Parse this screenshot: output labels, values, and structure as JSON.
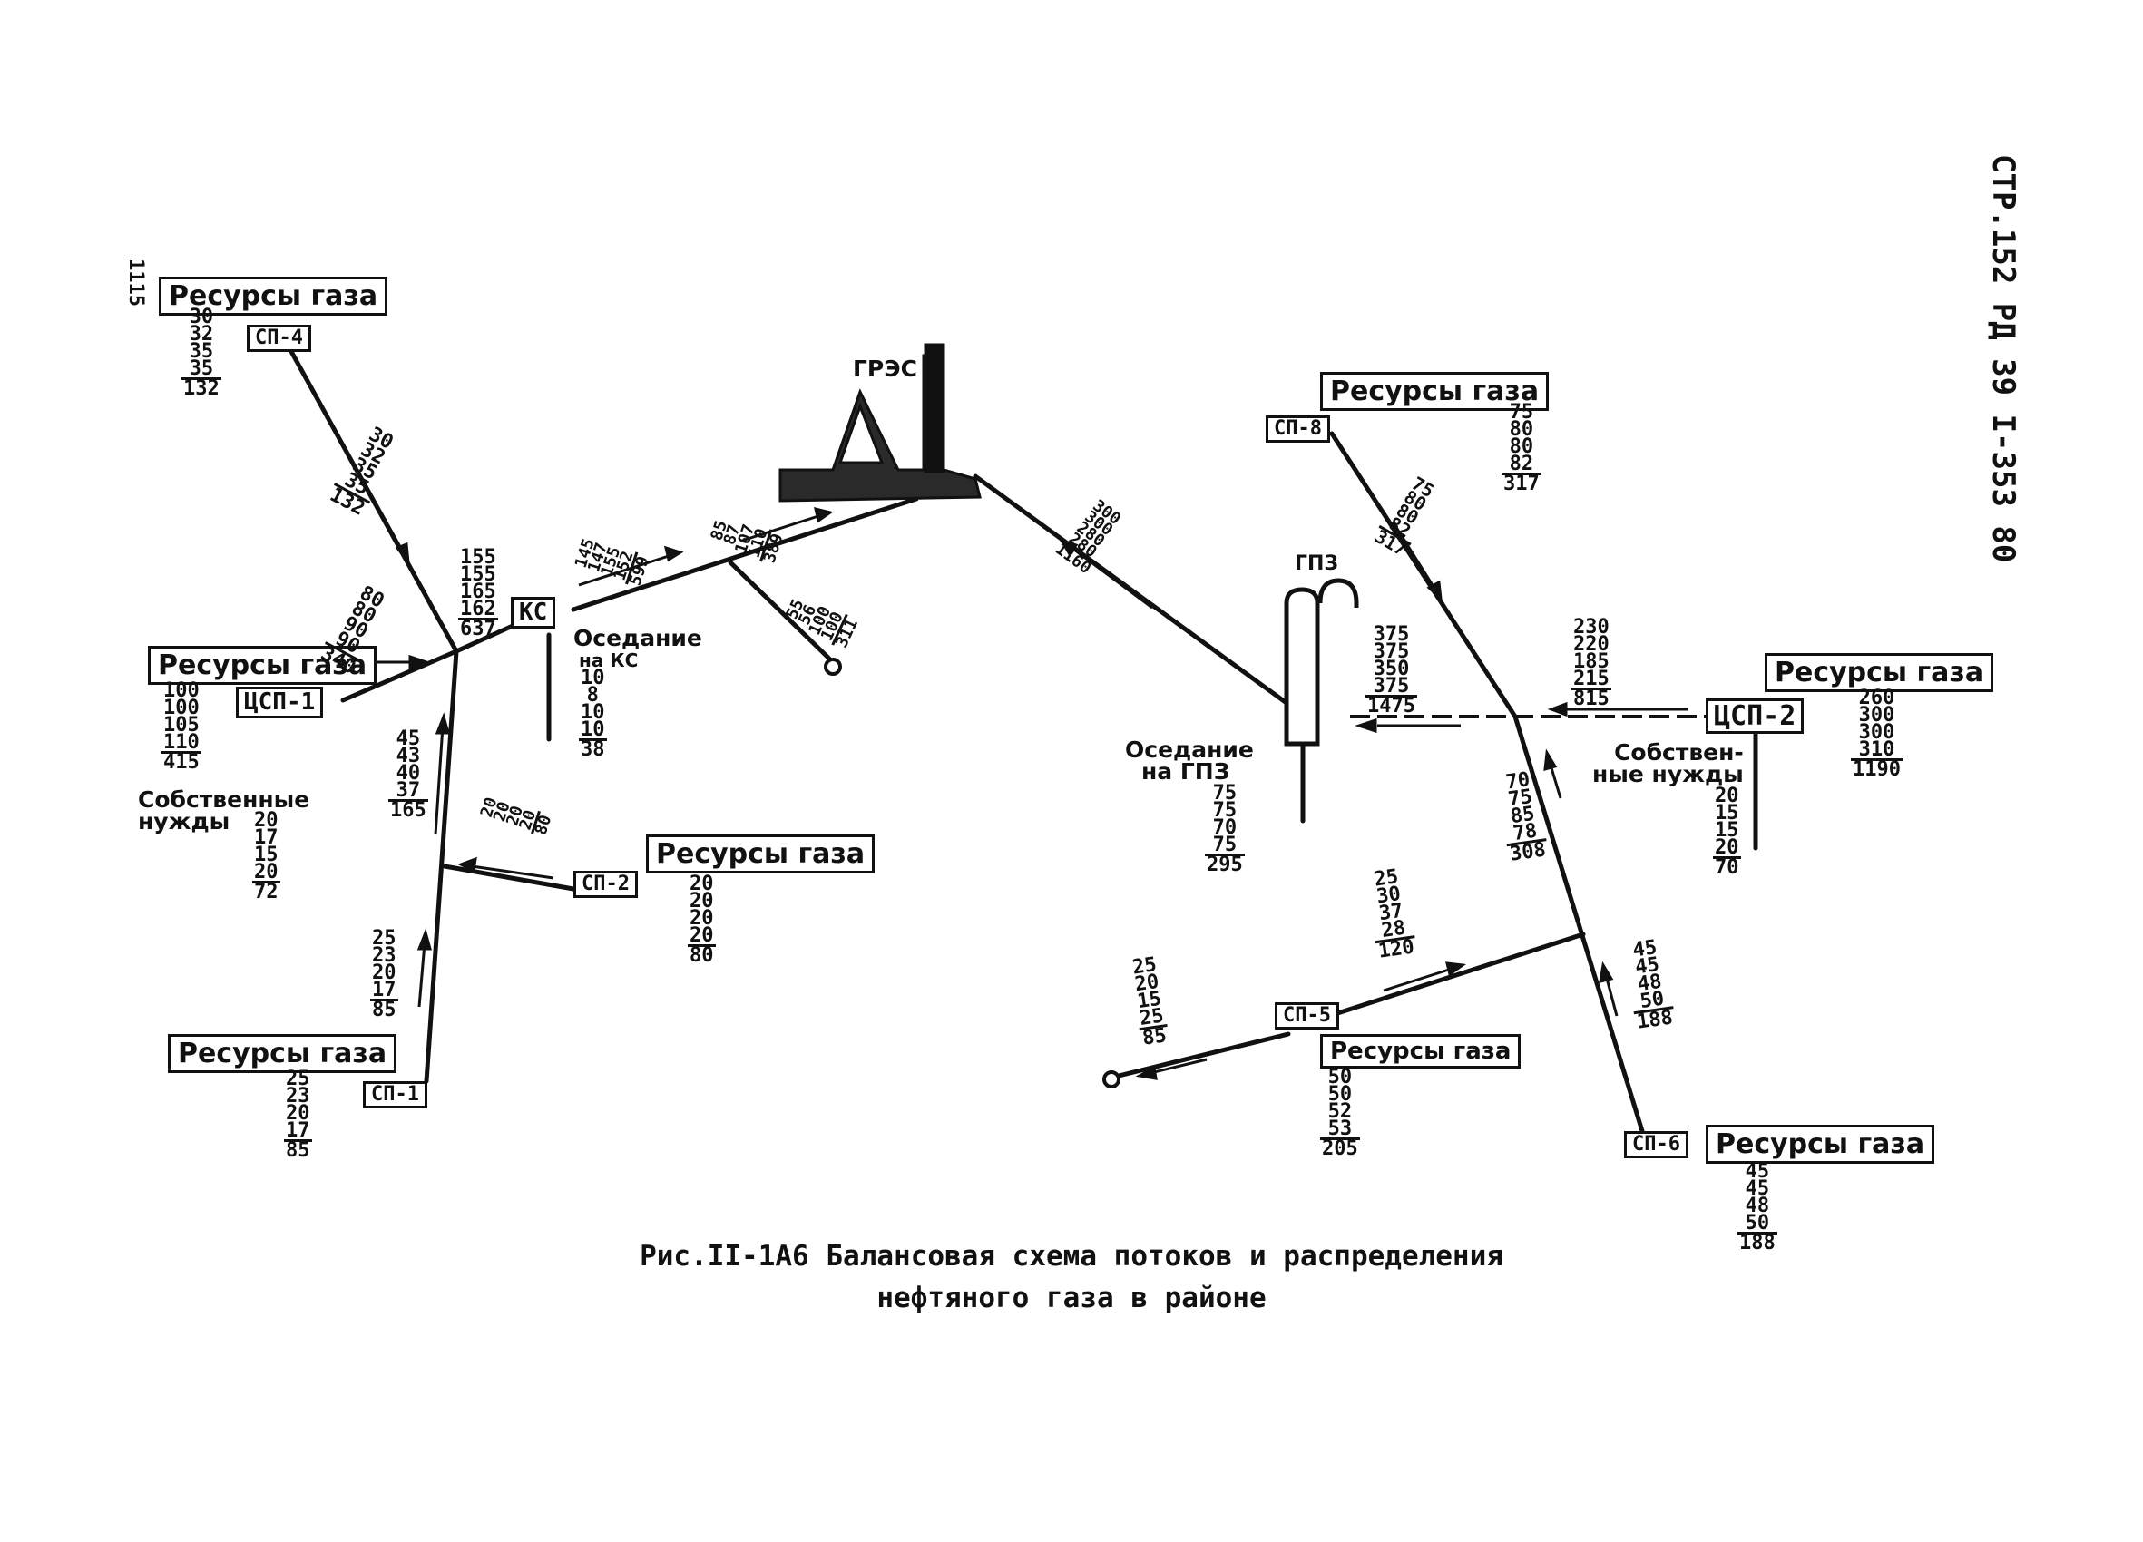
{
  "page_code": "СТР.152 РД 39 I-353 80",
  "margin_number": "1115",
  "caption": {
    "line1": "Рис.II-1А6 Балансовая схема потоков и распределения",
    "line2": "нефтяного газа в районе"
  },
  "labels": {
    "gres": "ГРЭС",
    "gpz": "ГПЗ",
    "ks": "КС",
    "resources": "Ресурсы газа",
    "osedanie_ks": [
      "Оседание",
      "на КС"
    ],
    "osedanie_gpz": [
      "Оседание",
      "на ГПЗ"
    ],
    "own_needs_left": [
      "Собственные",
      "нужды"
    ],
    "own_needs_right": [
      "Собствен-",
      "ные нужды"
    ]
  },
  "nodes": {
    "sp4": "СП-4",
    "sp8": "СП-8",
    "csp1": "ЦСП-1",
    "sp2": "СП-2",
    "sp1": "СП-1",
    "csp2": "ЦСП-2",
    "sp5": "СП-5",
    "sp6": "СП-6"
  },
  "stacks": {
    "res_sp4": {
      "values": [
        "30",
        "32",
        "35",
        "35"
      ],
      "total": "132"
    },
    "res_csp1": {
      "values": [
        "100",
        "100",
        "105",
        "110"
      ],
      "total": "415"
    },
    "res_sp2": {
      "values": [
        "20",
        "20",
        "20",
        "20"
      ],
      "total": "80"
    },
    "res_sp1": {
      "values": [
        "25",
        "23",
        "20",
        "17"
      ],
      "total": "85"
    },
    "res_sp8": {
      "values": [
        "75",
        "80",
        "80",
        "82"
      ],
      "total": "317"
    },
    "res_csp2": {
      "values": [
        "260",
        "300",
        "300",
        "310"
      ],
      "total": "1190"
    },
    "res_sp5": {
      "values": [
        "50",
        "50",
        "52",
        "53"
      ],
      "total": "205"
    },
    "res_sp6": {
      "values": [
        "45",
        "45",
        "48",
        "50"
      ],
      "total": "188"
    },
    "own_left": {
      "values": [
        "20",
        "17",
        "15",
        "20"
      ],
      "total": "72"
    },
    "own_right": {
      "values": [
        "20",
        "15",
        "15",
        "20"
      ],
      "total": "70"
    },
    "os_ks": {
      "values": [
        "10",
        "8",
        "10",
        "10"
      ],
      "total": "38"
    },
    "os_gpz": {
      "values": [
        "75",
        "75",
        "70",
        "75"
      ],
      "total": "295"
    },
    "flow_sp4": {
      "values": [
        "30",
        "32",
        "35",
        "35"
      ],
      "total": "132"
    },
    "flow_ks_in": {
      "values": [
        "155",
        "155",
        "165",
        "162"
      ],
      "total": "637"
    },
    "flow_csp1": {
      "values": [
        "80",
        "80",
        "90",
        "90"
      ],
      "total": "340"
    },
    "flow_sp2": {
      "values": [
        "45",
        "43",
        "40",
        "37"
      ],
      "total": "165"
    },
    "flow_sp1": {
      "values": [
        "25",
        "23",
        "20",
        "17"
      ],
      "total": "85"
    },
    "flow_sp2_side": {
      "values": [
        "20",
        "20",
        "20",
        "20"
      ],
      "total": "80"
    },
    "flow_ks_out": {
      "values": [
        "145",
        "147",
        "155",
        "152"
      ],
      "total": "599"
    },
    "flow_to_gres": {
      "values": [
        "85",
        "87",
        "107",
        "110"
      ],
      "total": "389"
    },
    "flow_branch": {
      "values": [
        "55",
        "56",
        "100",
        "100"
      ],
      "total": "311"
    },
    "flow_gres_gpz": {
      "values": [
        "300",
        "300",
        "280",
        "280"
      ],
      "total": "1160"
    },
    "flow_sp8": {
      "values": [
        "75",
        "80",
        "80",
        "82"
      ],
      "total": "317"
    },
    "flow_gpz_in": {
      "values": [
        "375",
        "375",
        "350",
        "375"
      ],
      "total": "1475"
    },
    "flow_csp2": {
      "values": [
        "230",
        "220",
        "185",
        "215"
      ],
      "total": "815"
    },
    "flow_mid": {
      "values": [
        "70",
        "75",
        "85",
        "78"
      ],
      "total": "308"
    },
    "flow_sp5": {
      "values": [
        "25",
        "30",
        "37",
        "28"
      ],
      "total": "120"
    },
    "flow_sp5_left": {
      "values": [
        "25",
        "20",
        "15",
        "25"
      ],
      "total": "85"
    },
    "flow_sp6": {
      "values": [
        "45",
        "45",
        "48",
        "50"
      ],
      "total": "188"
    }
  }
}
